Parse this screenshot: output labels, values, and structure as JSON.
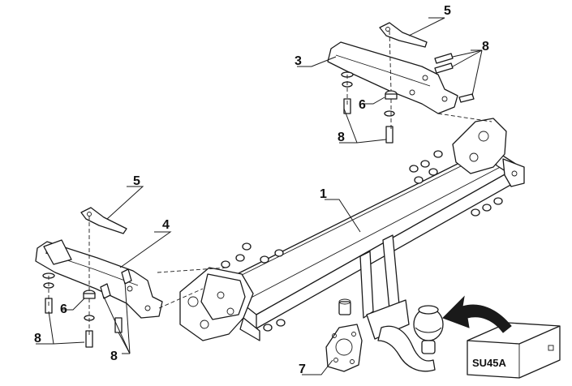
{
  "diagram": {
    "callouts": {
      "part1": "1",
      "part3": "3",
      "part4": "4",
      "part5_rear": "5",
      "part5_front": "5",
      "part6_rear": "6",
      "part6_front": "6",
      "part7": "7",
      "part8_rear_top": "8",
      "part8_rear_bottom": "8",
      "part8_front_left": "8",
      "part8_front_right": "8"
    },
    "kit_box_label": "SU45A"
  }
}
